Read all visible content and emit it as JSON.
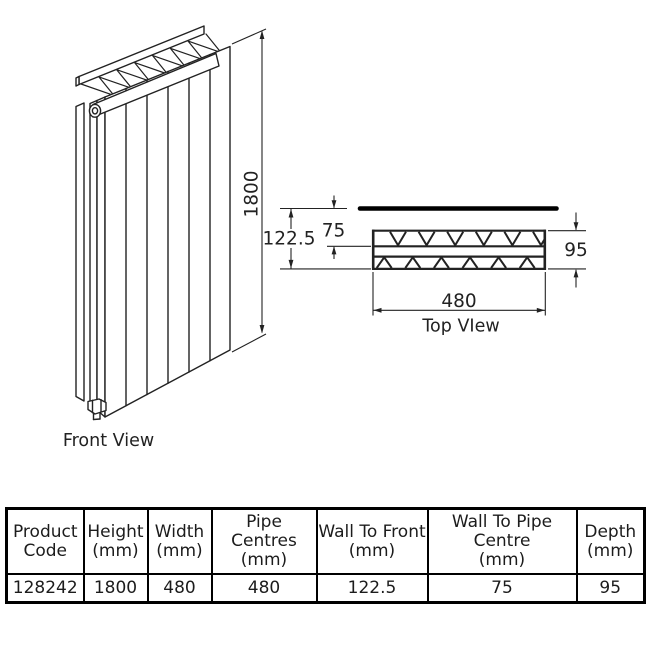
{
  "front_view": {
    "label": "Front View",
    "height_dim": "1800"
  },
  "top_view": {
    "label": "Top VIew",
    "wall_to_front_dim": "122.5",
    "wall_to_pipe_dim": "75",
    "depth_dim": "95",
    "width_dim": "480"
  },
  "spec_table": {
    "columns": [
      {
        "title": "Product",
        "unit": "Code"
      },
      {
        "title": "Height",
        "unit": "(mm)"
      },
      {
        "title": "Width",
        "unit": "(mm)"
      },
      {
        "title": "Pipe Centres",
        "unit": "(mm)"
      },
      {
        "title": "Wall To Front",
        "unit": "(mm)"
      },
      {
        "title": "Wall To Pipe Centre",
        "unit": "(mm)"
      },
      {
        "title": "Depth",
        "unit": "(mm)"
      }
    ],
    "values": [
      "128242",
      "1800",
      "480",
      "480",
      "122.5",
      "75",
      "95"
    ]
  },
  "colors": {
    "line": "#222222",
    "wall": "#000000",
    "background": "#ffffff"
  }
}
